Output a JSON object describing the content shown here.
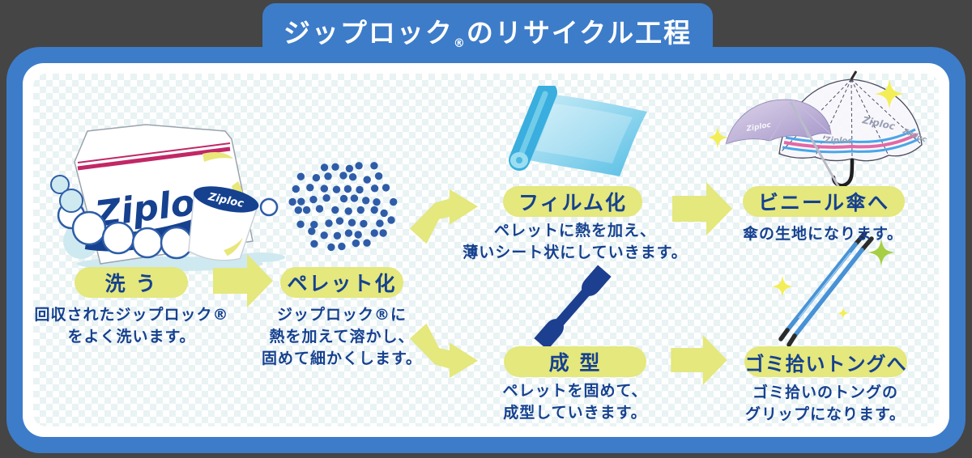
{
  "banner": {
    "title_brand": "ジップロック",
    "title_reg": "®",
    "title_suffix": "のリサイクル工程"
  },
  "steps": [
    {
      "id": "wash",
      "label": "洗 う",
      "desc": [
        "回収されたジップロック®",
        "をよく洗います。"
      ]
    },
    {
      "id": "pellet",
      "label": "ペレット化",
      "desc": [
        "ジップロック®に",
        "熱を加えて溶かし、",
        "固めて細かくします。"
      ]
    },
    {
      "id": "film",
      "label": "フィルム化",
      "desc": [
        "ペレットに熱を加え、",
        "薄いシート状にしていきます。"
      ]
    },
    {
      "id": "mold",
      "label": "成 型",
      "desc": [
        "ペレットを固めて、",
        "成型していきます。"
      ]
    },
    {
      "id": "umbrella",
      "label": "ビニール傘へ",
      "desc": [
        "傘の生地になります。"
      ]
    },
    {
      "id": "tongs",
      "label": "ゴミ拾いトングへ",
      "desc": [
        "ゴミ拾いのトングの",
        "グリップになります。"
      ]
    }
  ],
  "illustrations": {
    "bag_logo": "Ziploc",
    "cup_logo": "Ziploc",
    "umbrella_logo": "Ziploc"
  },
  "colors": {
    "frame_blue": "#3d7cc9",
    "pill_yellow": "#e4e87d",
    "text_navy": "#16418f",
    "checker_tint": "#e9f3f4",
    "pellet_dot": "#2e5ca8",
    "sparkle_yellow": "#f3ee56",
    "sparkle_green": "#a6cf45"
  }
}
